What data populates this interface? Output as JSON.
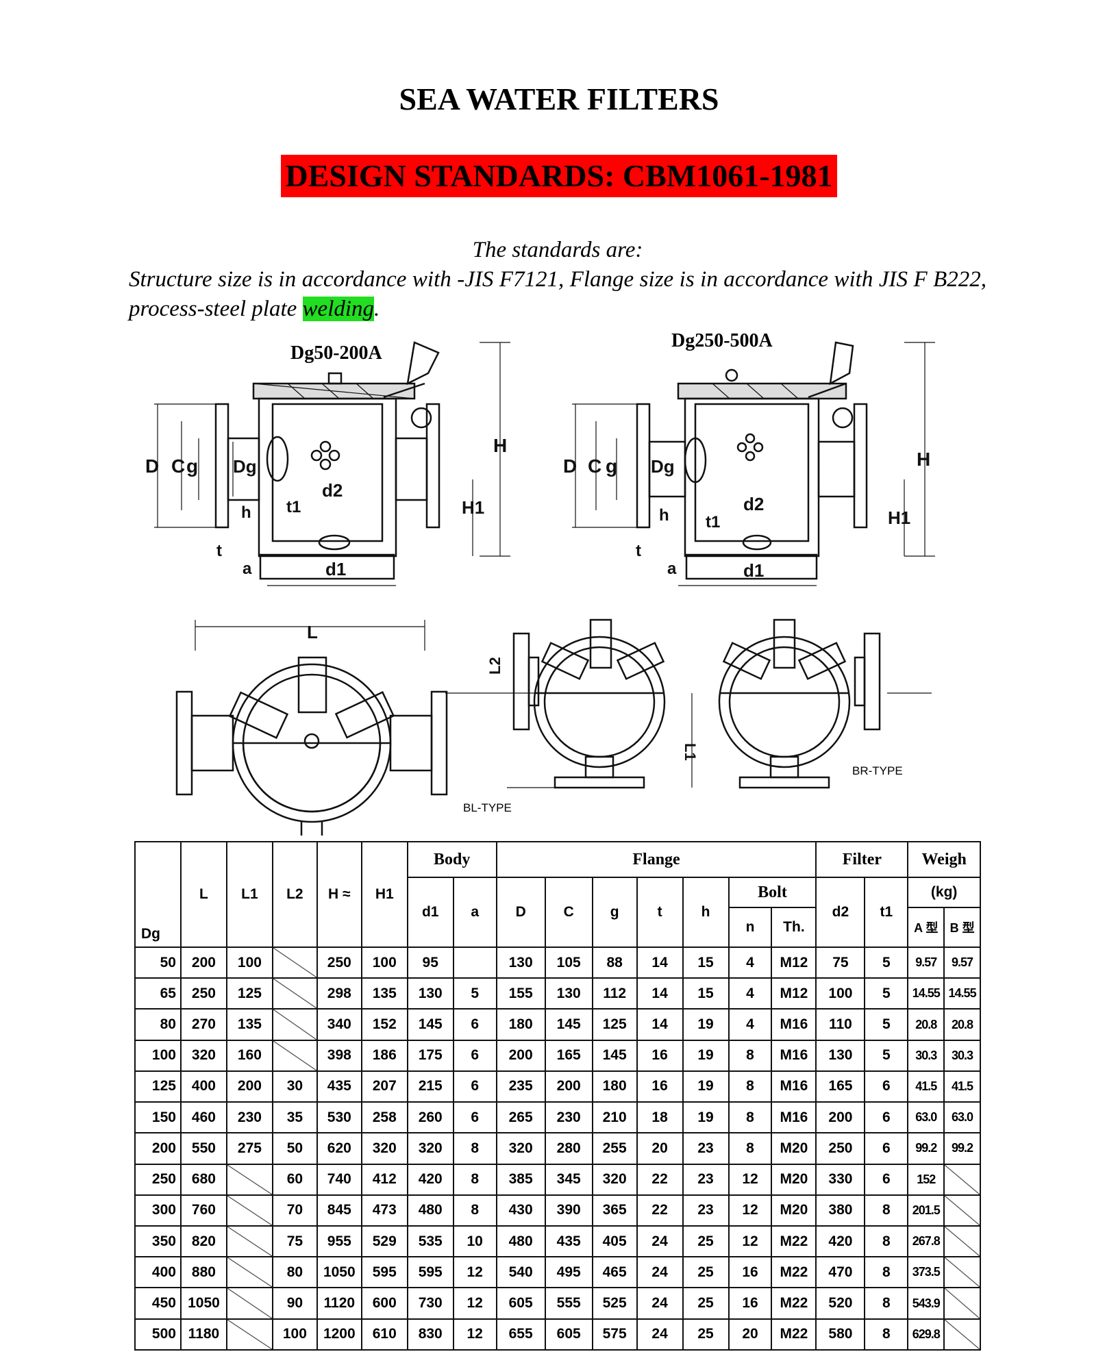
{
  "title": "SEA WATER FILTERS",
  "design_standard": "DESIGN STANDARDS:  CBM1061-1981",
  "intro": {
    "heading": "The standards are:",
    "text_before": "Structure size is in accordance with -JIS F7121, Flange size is in accordance with JIS F B222, process-steel plate ",
    "highlight": "welding",
    "text_after": "."
  },
  "diagrams": {
    "left_label": "Dg50-200A",
    "right_label": "Dg250-500A",
    "bl_label": "BL-TYPE",
    "br_label": "BR-TYPE",
    "dims": {
      "D": "D",
      "C": "C",
      "g": "g",
      "Dg": "Dg",
      "H": "H",
      "H1": "H1",
      "h": "h",
      "t": "t",
      "t1": "t1",
      "a": "a",
      "d1": "d1",
      "d2": "d2",
      "L": "L",
      "L1": "L1",
      "L2": "L2"
    }
  },
  "table": {
    "groups": {
      "body": "Body",
      "flange": "Flange",
      "bolt": "Bolt",
      "filter": "Filter",
      "weight": "Weigh",
      "weight_unit": "(kg)"
    },
    "columns": {
      "dg": "Dg",
      "L": "L",
      "L1": "L1",
      "L2": "L2",
      "H": "H ≈",
      "H1": "H1",
      "d1": "d1",
      "a": "a",
      "D": "D",
      "C": "C",
      "g": "g",
      "t": "t",
      "h": "h",
      "n": "n",
      "th": "Th.",
      "d2": "d2",
      "t1": "t1",
      "A": "A 型",
      "B": "B 型"
    },
    "rows": [
      [
        "50",
        "200",
        "100",
        "",
        "250",
        "100",
        "95",
        "",
        "130",
        "105",
        "88",
        "14",
        "15",
        "4",
        "M12",
        "75",
        "5",
        "9.57",
        "9.57"
      ],
      [
        "65",
        "250",
        "125",
        "",
        "298",
        "135",
        "130",
        "5",
        "155",
        "130",
        "112",
        "14",
        "15",
        "4",
        "M12",
        "100",
        "5",
        "14.55",
        "14.55"
      ],
      [
        "80",
        "270",
        "135",
        "",
        "340",
        "152",
        "145",
        "6",
        "180",
        "145",
        "125",
        "14",
        "19",
        "4",
        "M16",
        "110",
        "5",
        "20.8",
        "20.8"
      ],
      [
        "100",
        "320",
        "160",
        "",
        "398",
        "186",
        "175",
        "6",
        "200",
        "165",
        "145",
        "16",
        "19",
        "8",
        "M16",
        "130",
        "5",
        "30.3",
        "30.3"
      ],
      [
        "125",
        "400",
        "200",
        "30",
        "435",
        "207",
        "215",
        "6",
        "235",
        "200",
        "180",
        "16",
        "19",
        "8",
        "M16",
        "165",
        "6",
        "41.5",
        "41.5"
      ],
      [
        "150",
        "460",
        "230",
        "35",
        "530",
        "258",
        "260",
        "6",
        "265",
        "230",
        "210",
        "18",
        "19",
        "8",
        "M16",
        "200",
        "6",
        "63.0",
        "63.0"
      ],
      [
        "200",
        "550",
        "275",
        "50",
        "620",
        "320",
        "320",
        "8",
        "320",
        "280",
        "255",
        "20",
        "23",
        "8",
        "M20",
        "250",
        "6",
        "99.2",
        "99.2"
      ],
      [
        "250",
        "680",
        "",
        "60",
        "740",
        "412",
        "420",
        "8",
        "385",
        "345",
        "320",
        "22",
        "23",
        "12",
        "M20",
        "330",
        "6",
        "152",
        ""
      ],
      [
        "300",
        "760",
        "",
        "70",
        "845",
        "473",
        "480",
        "8",
        "430",
        "390",
        "365",
        "22",
        "23",
        "12",
        "M20",
        "380",
        "8",
        "201.5",
        ""
      ],
      [
        "350",
        "820",
        "",
        "75",
        "955",
        "529",
        "535",
        "10",
        "480",
        "435",
        "405",
        "24",
        "25",
        "12",
        "M22",
        "420",
        "8",
        "267.8",
        ""
      ],
      [
        "400",
        "880",
        "",
        "80",
        "1050",
        "595",
        "595",
        "12",
        "540",
        "495",
        "465",
        "24",
        "25",
        "16",
        "M22",
        "470",
        "8",
        "373.5",
        ""
      ],
      [
        "450",
        "1050",
        "",
        "90",
        "1120",
        "600",
        "730",
        "12",
        "605",
        "555",
        "525",
        "24",
        "25",
        "16",
        "M22",
        "520",
        "8",
        "543.9",
        ""
      ],
      [
        "500",
        "1180",
        "",
        "100",
        "1200",
        "610",
        "830",
        "12",
        "655",
        "605",
        "575",
        "24",
        "25",
        "20",
        "M22",
        "580",
        "8",
        "629.8",
        ""
      ]
    ]
  }
}
